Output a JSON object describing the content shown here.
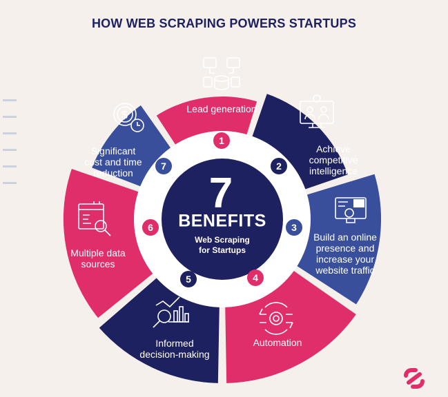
{
  "title": "HOW WEB SCRAPING POWERS STARTUPS",
  "center": {
    "number": "7",
    "word": "BENEFITS",
    "subtitle_lines": [
      "Web Scraping",
      "for Startups"
    ]
  },
  "colors": {
    "background": "#f6f0ed",
    "pink": "#e02e6b",
    "navy": "#1e2160",
    "blue": "#3a4f9c",
    "white_ring": "#ffffff"
  },
  "segments": [
    {
      "num": "1",
      "lines": [
        "Lead generation"
      ],
      "color": "#e02e6b",
      "icon": "database-icon"
    },
    {
      "num": "2",
      "lines": [
        "Achieve",
        "competitive",
        "intelligence"
      ],
      "color": "#1e2160",
      "icon": "users-monitor-icon"
    },
    {
      "num": "3",
      "lines": [
        "Build an online",
        "presence and",
        "increase your",
        "website traffic"
      ],
      "color": "#3a4f9c",
      "icon": "24h-monitor-icon"
    },
    {
      "num": "4",
      "lines": [
        "Automation"
      ],
      "color": "#e02e6b",
      "icon": "gear-arrows-icon"
    },
    {
      "num": "5",
      "lines": [
        "Informed",
        "decision-making"
      ],
      "color": "#1e2160",
      "icon": "analytics-magnifier-icon"
    },
    {
      "num": "6",
      "lines": [
        "Multiple data",
        "sources"
      ],
      "color": "#e02e6b",
      "icon": "dashboard-search-icon"
    },
    {
      "num": "7",
      "lines": [
        "Significant",
        "cost and time",
        "reduction"
      ],
      "color": "#3a4f9c",
      "icon": "dollar-clock-icon"
    }
  ],
  "logo": "brand-logo-icon"
}
